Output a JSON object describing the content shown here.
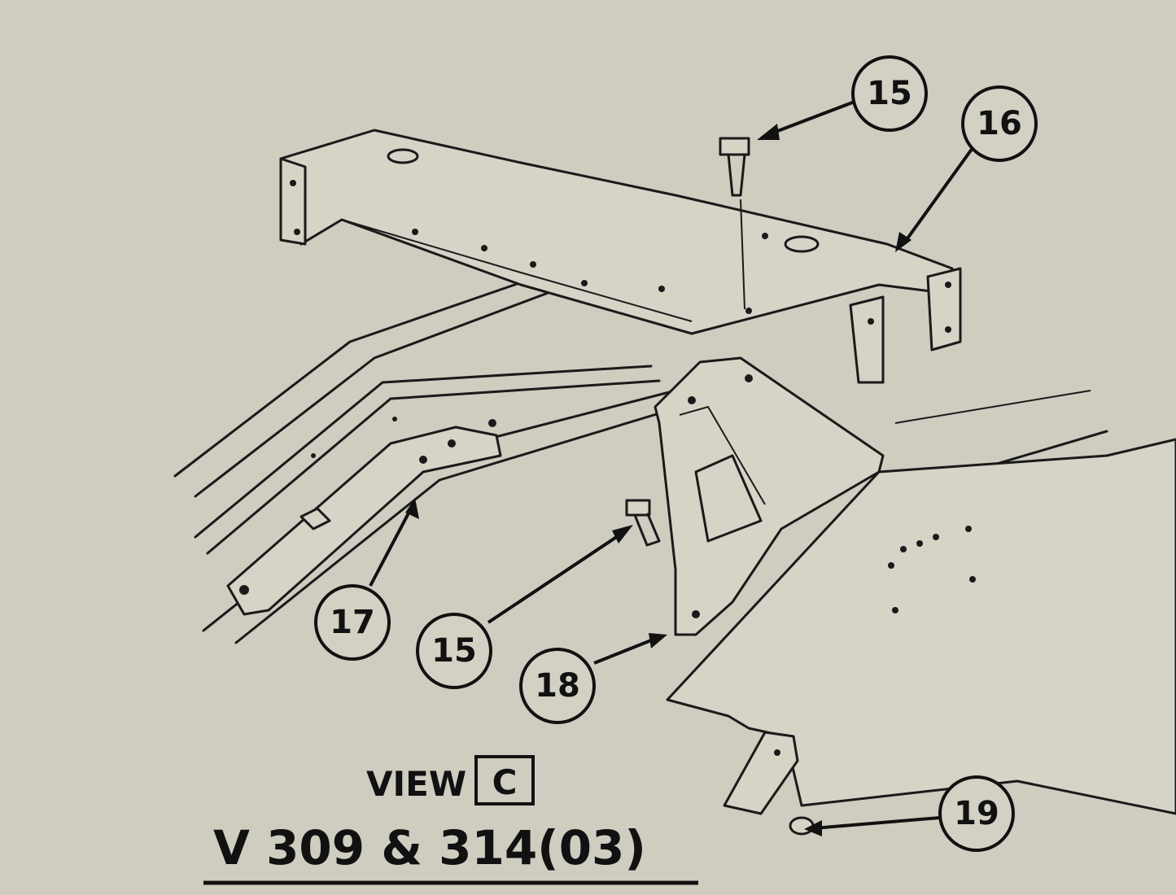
{
  "callouts": [
    {
      "id": "15a",
      "label": "15"
    },
    {
      "id": "16",
      "label": "16"
    },
    {
      "id": "17",
      "label": "17"
    },
    {
      "id": "15b",
      "label": "15"
    },
    {
      "id": "18",
      "label": "18"
    },
    {
      "id": "19",
      "label": "19"
    }
  ],
  "view": {
    "word": "VIEW",
    "letter": "C"
  },
  "model": {
    "text": "V 309 & 314(03)"
  }
}
